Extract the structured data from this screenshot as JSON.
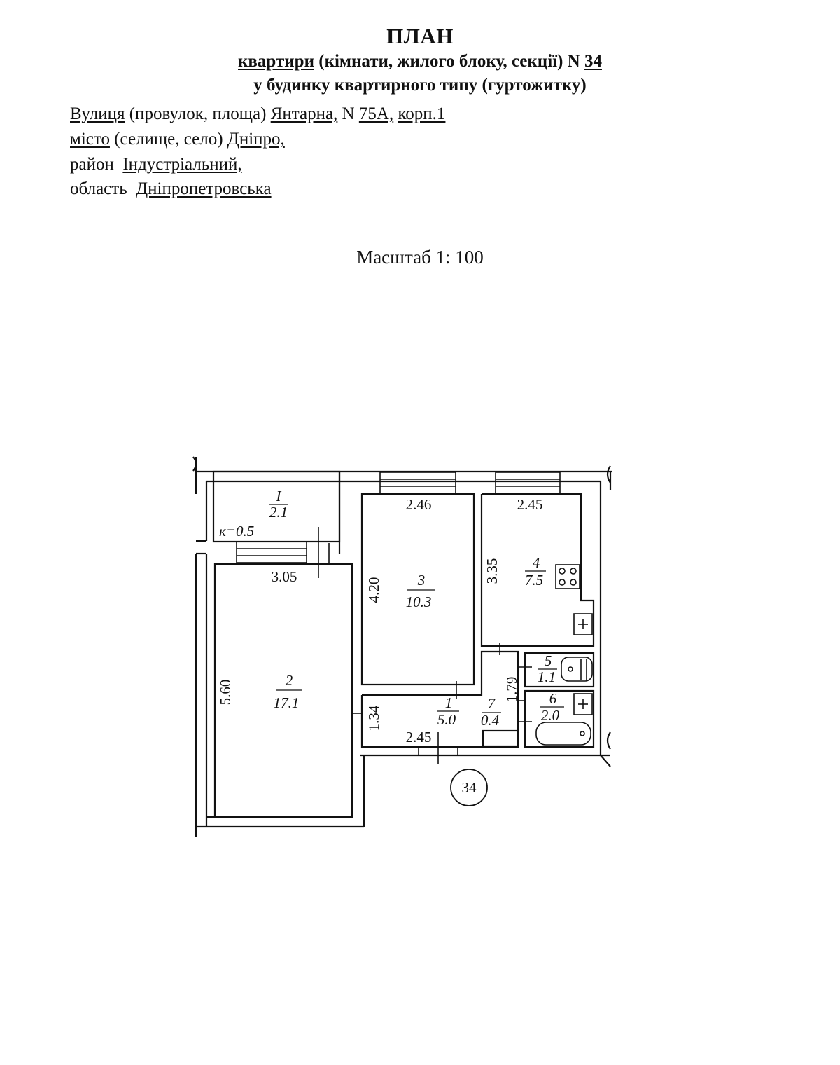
{
  "header": {
    "title": "ПЛАН",
    "line1_object": "квартири",
    "line1_rest": " (кімнати, жилого блоку, секції) N ",
    "line1_number": "34",
    "line2": "у будинку квартирного типу (гуртожитку)"
  },
  "address": {
    "street_label": "Вулиця",
    "street_rest": " (провулок, площа) ",
    "street_name": "Янтарна,",
    "number_label": " N ",
    "number": "75А,",
    "building": "корп.1",
    "city_label": "місто",
    "city_rest": " (селище, село) ",
    "city": "Дніпро,",
    "district_label": "район  ",
    "district": "Індустріальний,",
    "region_label": "область  ",
    "region": "Дніпропетровська"
  },
  "scale": "Масштаб 1: 100",
  "plan": {
    "apartment_number": "34",
    "balcony_coefficient": "к=0.5",
    "rooms": [
      {
        "number": "I",
        "area": "2.1"
      },
      {
        "number": "2",
        "area": "17.1"
      },
      {
        "number": "3",
        "area": "10.3"
      },
      {
        "number": "4",
        "area": "7.5"
      },
      {
        "number": "5",
        "area": "1.1"
      },
      {
        "number": "6",
        "area": "2.0"
      },
      {
        "number": "1",
        "area": "5.0"
      },
      {
        "number": "7",
        "area": "0.4"
      }
    ],
    "dimensions": {
      "room2_width": "3.05",
      "room2_length": "5.60",
      "room3_width": "2.46",
      "room3_length": "4.20",
      "room4_width": "2.45",
      "room4_length": "3.35",
      "hall_width": "2.45",
      "hall_length": "1.34",
      "bath_length": "1.79"
    }
  }
}
